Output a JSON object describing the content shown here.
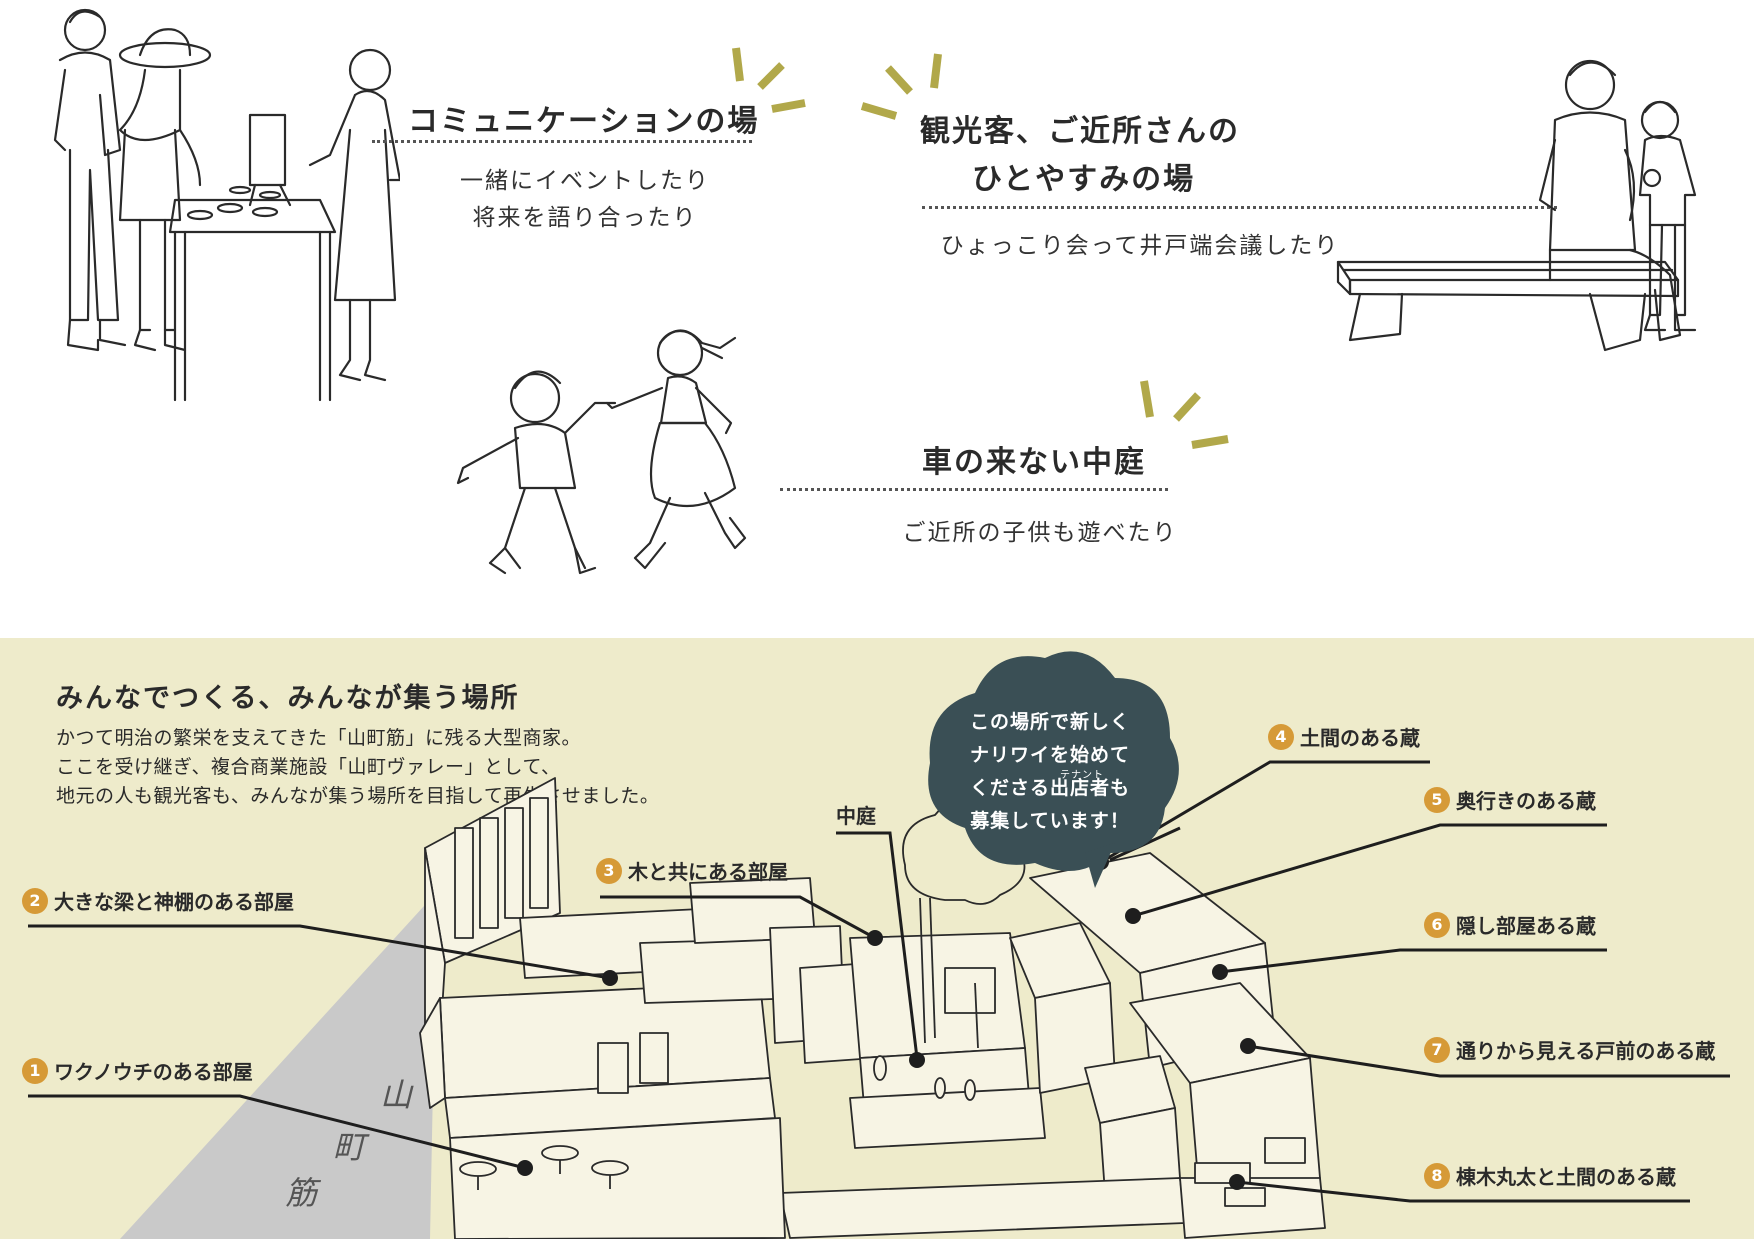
{
  "top": {
    "communication": {
      "heading": "コミュニケーションの場",
      "lines": [
        "一緒にイベントしたり",
        "将来を語り合ったり"
      ]
    },
    "rest": {
      "heading_lines": [
        "観光客、ご近所さんの",
        "ひとやすみの場"
      ],
      "line": "ひょっこり会って井戸端会議したり"
    },
    "courtyard": {
      "heading": "車の来ない中庭",
      "line": "ご近所の子供も遊べたり"
    }
  },
  "bottom": {
    "title": "みんなでつくる、みんなが集う場所",
    "description": [
      "かつて明治の繁栄を支えてきた「山町筋」に残る大型商家。",
      "ここを受け継ぎ、複合商業施設「山町ヴァレー」として、",
      "地元の人も観光客も、みんなが集う場所を目指して再生させました。"
    ],
    "bubble": {
      "lines": [
        "この場所で新しく",
        "ナリワイを始めて",
        "くださる出店者も",
        "募集しています！"
      ],
      "ruby": "テナント"
    },
    "street": [
      "山",
      "町",
      "筋"
    ],
    "courtyard_label": "中庭",
    "callouts": [
      {
        "num": "1",
        "label": "ワクノウチのある部屋"
      },
      {
        "num": "2",
        "label": "大きな梁と神棚のある部屋"
      },
      {
        "num": "3",
        "label": "木と共にある部屋"
      },
      {
        "num": "4",
        "label": "土間のある蔵"
      },
      {
        "num": "5",
        "label": "奥行きのある蔵"
      },
      {
        "num": "6",
        "label": "隠し部屋ある蔵"
      },
      {
        "num": "7",
        "label": "通りから見える戸前のある蔵"
      },
      {
        "num": "8",
        "label": "棟木丸太と土間のある蔵"
      }
    ],
    "colors": {
      "background": "#eeebcb",
      "badge": "#d69a37",
      "bubble": "#3a4f55",
      "street": "#c9c9c9",
      "accent": "#b1a84a"
    }
  }
}
